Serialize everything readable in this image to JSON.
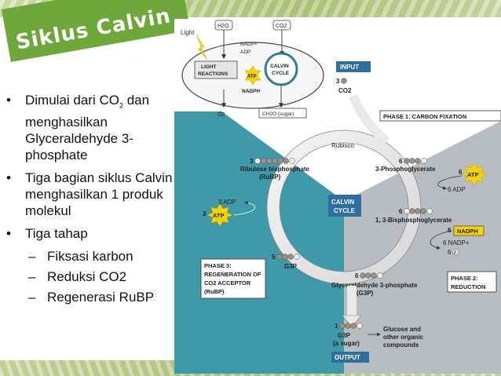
{
  "slide": {
    "title": "Siklus Calvin",
    "bullets": [
      {
        "pre": "Dimulai dari CO",
        "sub": "2",
        "post": " dan menghasilkan Glyceraldehyde 3-phosphate"
      },
      {
        "text": "Tiga bagian siklus Calvin menghasilkan 1 produk molekul"
      },
      {
        "text": "Tiga tahap"
      }
    ],
    "sub_bullets": [
      "Fiksasi karbon",
      "Reduksi CO2",
      "Regenerasi RuBP"
    ],
    "bullet_symbol": "•",
    "dash_symbol": "–"
  },
  "diagram": {
    "overview": {
      "light": "Light",
      "h2o": "H2O",
      "co2": "CO2",
      "nadp_plus": "NADP+",
      "adp": "ADP",
      "light_reactions_1": "LIGHT",
      "light_reactions_2": "REACTIONS",
      "atp": "ATP",
      "nadph": "NADPH",
      "calvin_1": "CALVIN",
      "calvin_2": "CYCLE",
      "o2": "O2",
      "ch2o": "CH2O (sugar)"
    },
    "input": "INPUT",
    "input_amount": "3",
    "input_molecule": "CO2",
    "phase1": "PHASE 1: CARBON FIXATION",
    "rubisco": "Rubisco",
    "rubp_count": "3",
    "rubp_name": "Ribulose bisphosphate",
    "rubp_abbr": "(RuBP)",
    "pga_count": "6",
    "pga_name": "3-Phosphoglycerate",
    "atp_in_6": "6",
    "atp_label": "ATP",
    "adp_out_6": "6 ADP",
    "bpg_count": "6",
    "bpg_name": "1, 3-Bisphosphoglycerate",
    "nadph_6": "6",
    "nadph_label": "NADPH",
    "nadp_out": "6 NADP+",
    "pi_out_6": "6",
    "pi_symbol": "P",
    "center_1": "CALVIN",
    "center_2": "CYCLE",
    "adp_3": "3 ADP",
    "atp_3": "3",
    "g3p5_count": "5",
    "g3p5_name": "G3P",
    "phase3_1": "PHASE 3:",
    "phase3_2": "REGENERATION OF",
    "phase3_3": "CO2 ACCEPTOR",
    "phase3_4": "(RuBP)",
    "g3p6_count": "6",
    "g3p6_name": "Glyceraldehyde 3-phosphate",
    "g3p6_abbr": "(G3P)",
    "phase2_1": "PHASE 2:",
    "phase2_2": "REDUCTION",
    "out_count": "1",
    "out_name": "G3P",
    "out_sub": "(a sugar)",
    "glucose_1": "Glucose and",
    "glucose_2": "other organic",
    "glucose_3": "compounds",
    "output": "OUTPUT"
  },
  "colors": {
    "title_bg": "#6ea73a",
    "phase1_bg": "#ffffff",
    "phase2_bg": "#b8bdc2",
    "phase3_bg": "#3e9aa8",
    "label_box": "#2f6f9e",
    "carbon": "#9a8f86",
    "phosphate": "#f0ece0",
    "atp": "#f5d300"
  }
}
